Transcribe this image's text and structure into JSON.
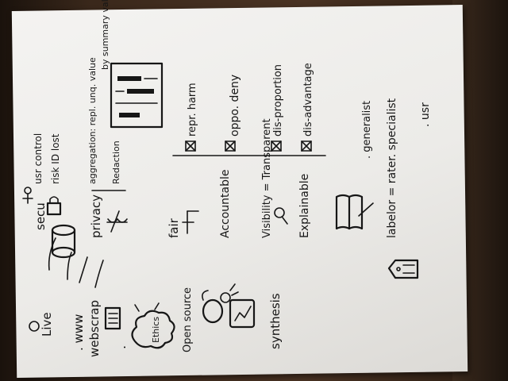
{
  "photo": {
    "description_colors": {
      "paper": "#efeeeb",
      "ink": "#161616",
      "table": "#3a281b"
    }
  },
  "notes": {
    "source_live": "Live",
    "source_www": ". www",
    "source_webscrap": "webscrap",
    "source_bullet": ".",
    "source_open": "Open source",
    "source_synthesis": "synthesis",
    "cloud_label": "Ethics",
    "secu": "secu",
    "usr_control": "usr control",
    "risk_id_lost": "risk ID lost",
    "privacy": "privacy",
    "aggregation": "aggregation: repl. unq. value",
    "by_summary": "by summary val.",
    "redaction": "Redaction",
    "fair": "fair",
    "accountable": "Accountable",
    "repr_harm": "repr. harm",
    "oppo_deny": "oppo. deny",
    "visibility": "Visibility = Transparent",
    "dis_proportion": "dis-proportion",
    "dis_advantage": "dis-advantage",
    "explainable": "Explainable",
    "generalist": ". generalist",
    "labelor": "labelor = rater. specialist",
    "usr": ". usr"
  }
}
